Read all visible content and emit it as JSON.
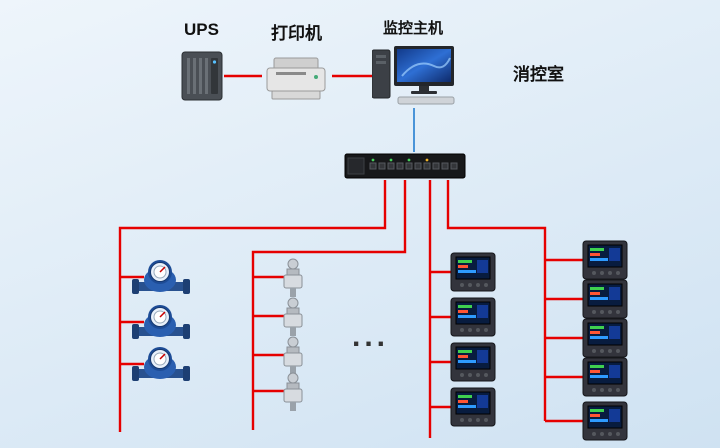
{
  "colors": {
    "line_red": "#e60000",
    "line_blue": "#4a94d8",
    "bg_top": "#eef5fb",
    "bg_bottom": "#cfe2f2"
  },
  "labels": {
    "ups": "UPS",
    "printer": "打印机",
    "monitor_host": "监控主机",
    "control_room": "消控室",
    "ellipsis": "..."
  },
  "devices": {
    "water_meter_count": 3,
    "valve_count": 4,
    "panel_meter_inner_count": 4,
    "panel_meter_right_count": 5
  }
}
